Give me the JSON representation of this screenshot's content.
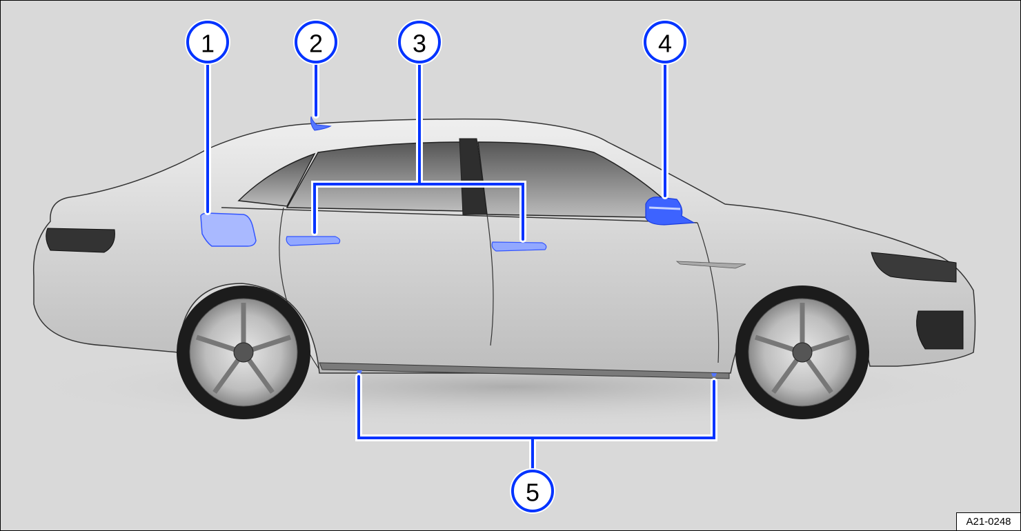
{
  "figure": {
    "id": "A21-0248",
    "subject": "side-view-of-sedan-vehicle",
    "accent_color": "#0033ff",
    "highlight_color": "#7f9bff",
    "background_color": "#d9d9d9"
  },
  "callouts": [
    {
      "number": "1",
      "target": "fuel-filler-flap"
    },
    {
      "number": "2",
      "target": "roof-antenna"
    },
    {
      "number": "3",
      "target": "door-handles"
    },
    {
      "number": "4",
      "target": "exterior-mirror"
    },
    {
      "number": "5",
      "target": "side-sill-sensors"
    }
  ]
}
